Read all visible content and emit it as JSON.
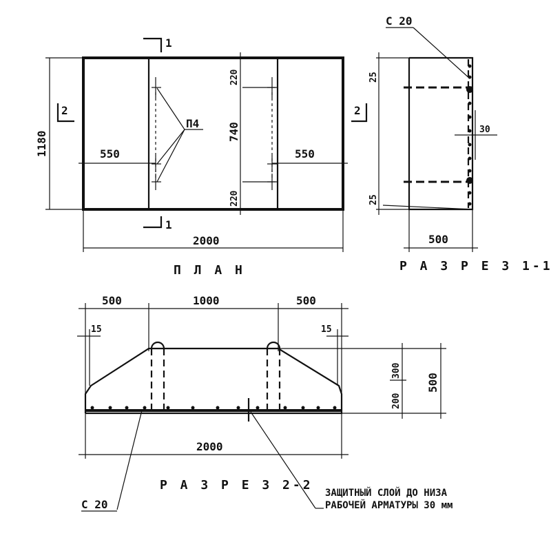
{
  "plan": {
    "title": "П Л А Н",
    "dim_total_width": "2000",
    "dim_left_seg": "550",
    "dim_right_seg": "550",
    "dim_height": "1180",
    "dim_top_gap": "220",
    "dim_mid_gap": "740",
    "dim_bottom_gap": "220",
    "anchor_label": "П4",
    "section_1_top": "1",
    "section_1_bottom": "1",
    "section_2_left": "2",
    "section_2_right": "2"
  },
  "section11": {
    "title": "Р А З Р Е З 1-1",
    "rebar_label": "С 20",
    "dim_top": "25",
    "dim_bottom": "25",
    "dim_spacing": "30",
    "dim_width": "500"
  },
  "section22": {
    "title": "Р А З Р Е З 2-2",
    "dim_left": "500",
    "dim_middle": "1000",
    "dim_right": "500",
    "dim_total": "2000",
    "dim_left_edge": "15",
    "dim_right_edge": "15",
    "dim_top_part": "300",
    "dim_bottom_part": "200",
    "dim_height": "500",
    "rebar_label": "С 20"
  },
  "note": {
    "line1": "ЗАЩИТНЫЙ СЛОЙ ДО НИЗА",
    "line2": "РАБОЧЕЙ АРМАТУРЫ  30 мм"
  }
}
